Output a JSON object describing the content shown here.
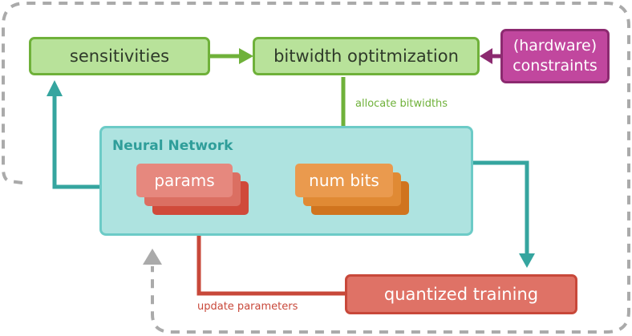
{
  "nodes": {
    "sensitivities": "sensitivities",
    "bitwidth_optimization": "bitwidth optitmization",
    "constraints_line1": "(hardware)",
    "constraints_line2": "constraints",
    "neural_network": "Neural Network",
    "params": "params",
    "num_bits": "num bits",
    "quantized_training": "quantized training"
  },
  "edges": {
    "allocate_bitwidths": "allocate bitwidths",
    "update_parameters": "update parameters"
  },
  "colors": {
    "green": "#6fb13a",
    "teal": "#35a59f",
    "red": "#c8483a",
    "purple": "#8c2a70",
    "gray_dashed": "#aaaaaa"
  }
}
